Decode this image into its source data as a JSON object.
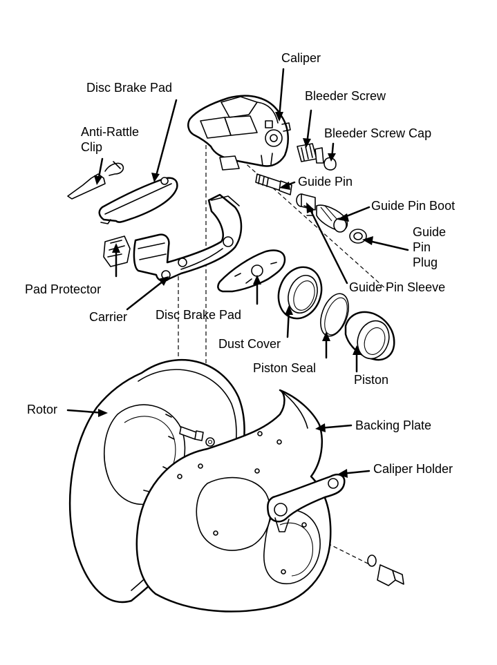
{
  "labels": {
    "caliper": "Caliper",
    "disc_brake_pad_top": "Disc Brake Pad",
    "bleeder_screw": "Bleeder Screw",
    "bleeder_screw_cap": "Bleeder Screw Cap",
    "anti_rattle_clip_line1": "Anti-Rattle",
    "anti_rattle_clip_line2": "Clip",
    "guide_pin": "Guide Pin",
    "guide_pin_boot": "Guide Pin Boot",
    "guide_pin_plug_line1": "Guide",
    "guide_pin_plug_line2": "Pin",
    "guide_pin_plug_line3": "Plug",
    "pad_protector": "Pad Protector",
    "guide_pin_sleeve": "Guide Pin Sleeve",
    "carrier": "Carrier",
    "disc_brake_pad_bottom": "Disc Brake Pad",
    "dust_cover": "Dust Cover",
    "piston_seal": "Piston Seal",
    "piston": "Piston",
    "rotor": "Rotor",
    "backing_plate": "Backing Plate",
    "caliper_holder": "Caliper Holder"
  }
}
